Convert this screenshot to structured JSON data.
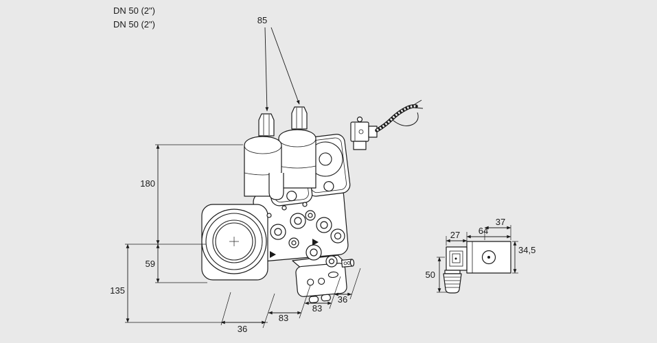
{
  "colors": {
    "background": "#e9e9e9",
    "line": "#1a1a1a"
  },
  "labels": {
    "dn_line1": "DN 50 (2\")",
    "dn_line2": "DN 50 (2\")"
  },
  "dimensions": {
    "main_view": {
      "actuator_spacing": "85",
      "overall_height": "180",
      "flange_height": "59",
      "lower_height": "135",
      "bottom_left": "36",
      "bottom_mid_left": "83",
      "bottom_mid_right": "83",
      "bottom_right": "36"
    },
    "side_view": {
      "top_width": "37",
      "connector_width": "27",
      "body_width": "64",
      "body_height": "34,5",
      "lower_height": "50"
    }
  }
}
